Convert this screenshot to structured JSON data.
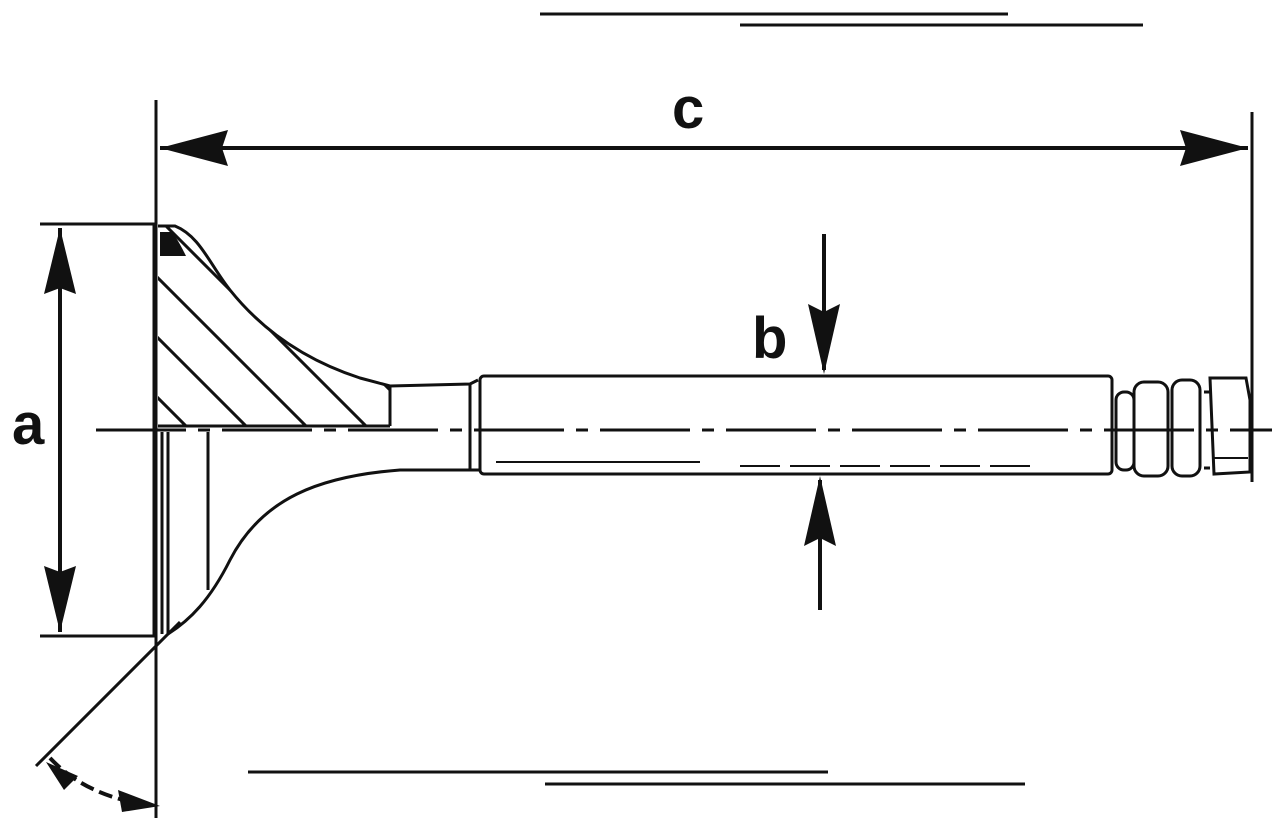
{
  "diagram": {
    "labels": {
      "a": "a",
      "b": "b",
      "c": "c"
    },
    "colors": {
      "ink": "#111111",
      "paper": "#ffffff"
    }
  }
}
